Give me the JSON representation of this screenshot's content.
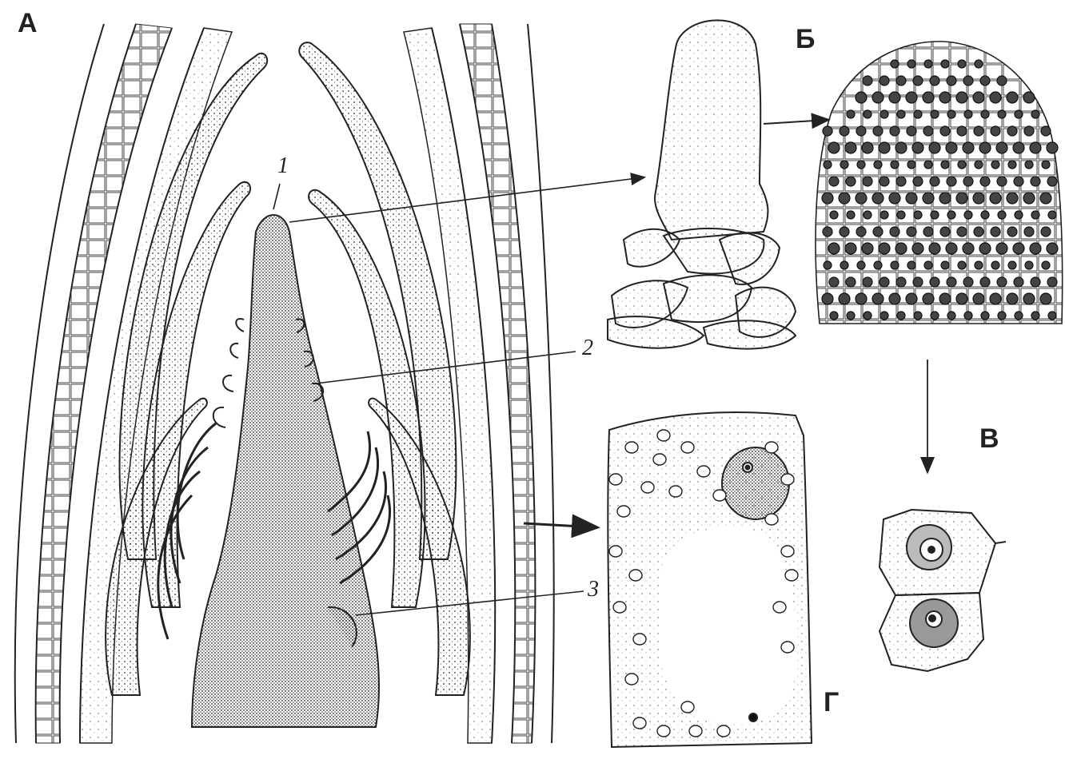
{
  "panels": {
    "a": "А",
    "b": "Б",
    "v": "В",
    "g": "Г"
  },
  "callouts": {
    "one": "1",
    "two": "2",
    "three": "3"
  },
  "colors": {
    "ink": "#222222",
    "paper": "#ffffff"
  }
}
